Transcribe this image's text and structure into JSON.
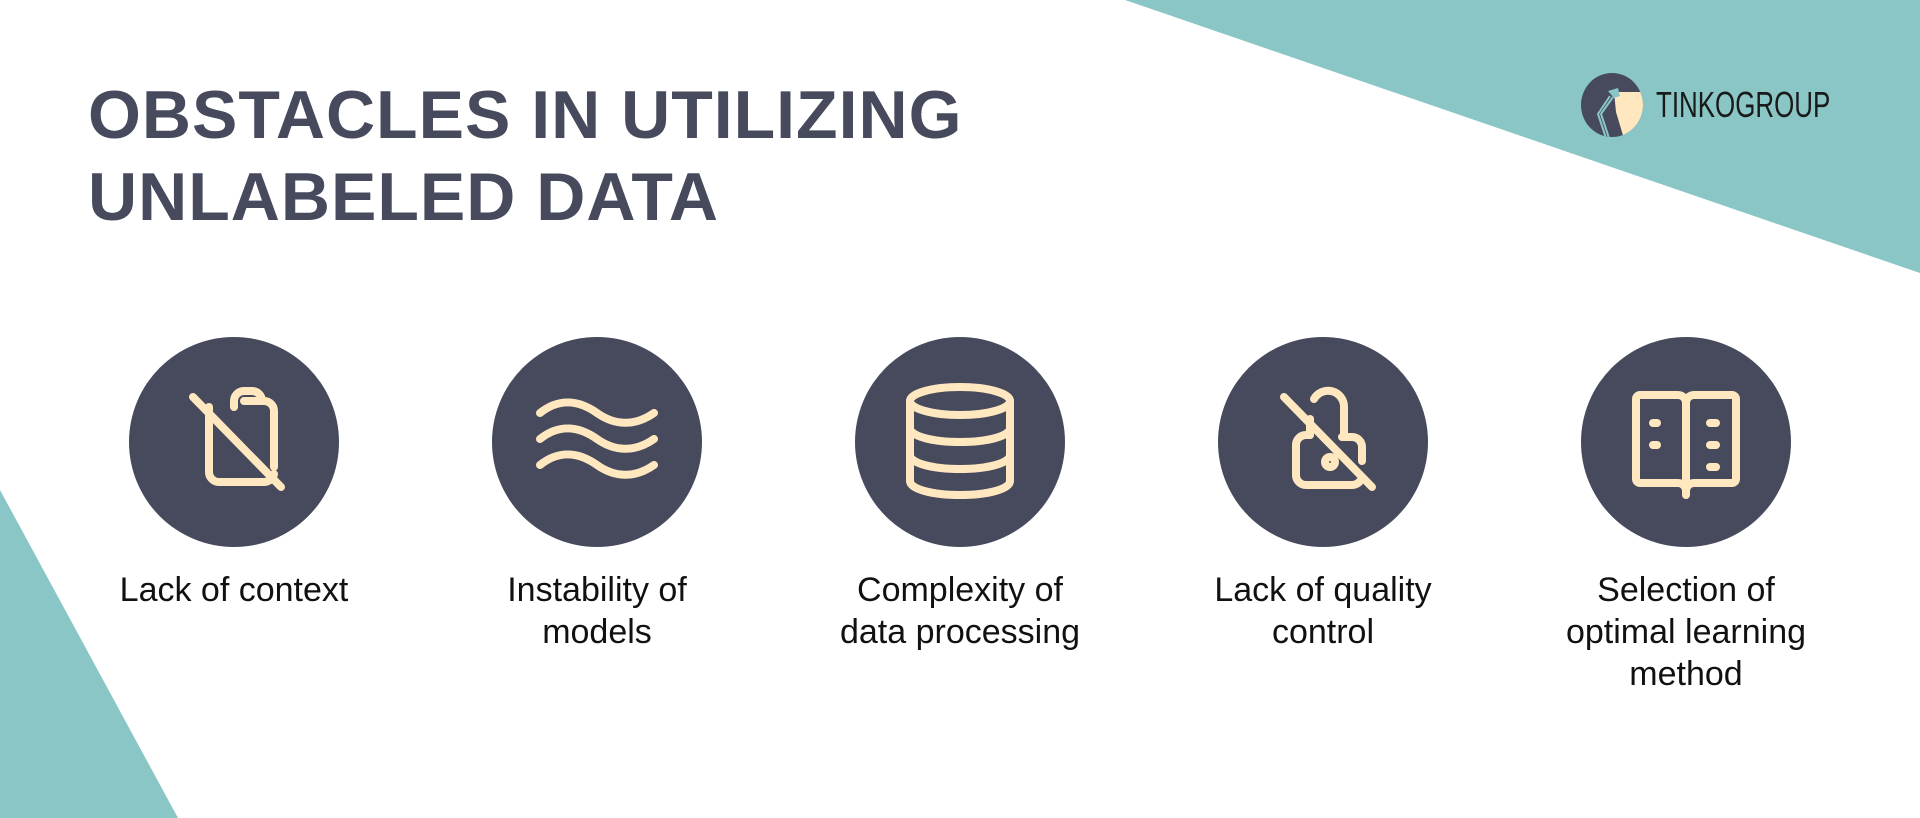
{
  "title": {
    "line1": "OBSTACLES IN UTILIZING",
    "line2": "UNLABELED DATA"
  },
  "logo": {
    "text": "TINKOGROUP",
    "icon": "desk-lamp-icon"
  },
  "colors": {
    "accent_teal": "#89c6c5",
    "dark_circle": "#464a5c",
    "icon_cream": "#ffe8bf",
    "title": "#464a5c",
    "label": "#111111"
  },
  "items": [
    {
      "icon": "clipboard-off-icon",
      "line1": "Lack of context",
      "line2": "",
      "line3": ""
    },
    {
      "icon": "waves-icon",
      "line1": "Instability of",
      "line2": "models",
      "line3": ""
    },
    {
      "icon": "database-icon",
      "line1": "Complexity of",
      "line2": "data processing",
      "line3": ""
    },
    {
      "icon": "lock-off-icon",
      "line1": "Lack of quality",
      "line2": "control",
      "line3": ""
    },
    {
      "icon": "open-book-icon",
      "line1": "Selection of",
      "line2": "optimal learning",
      "line3": "method"
    }
  ]
}
